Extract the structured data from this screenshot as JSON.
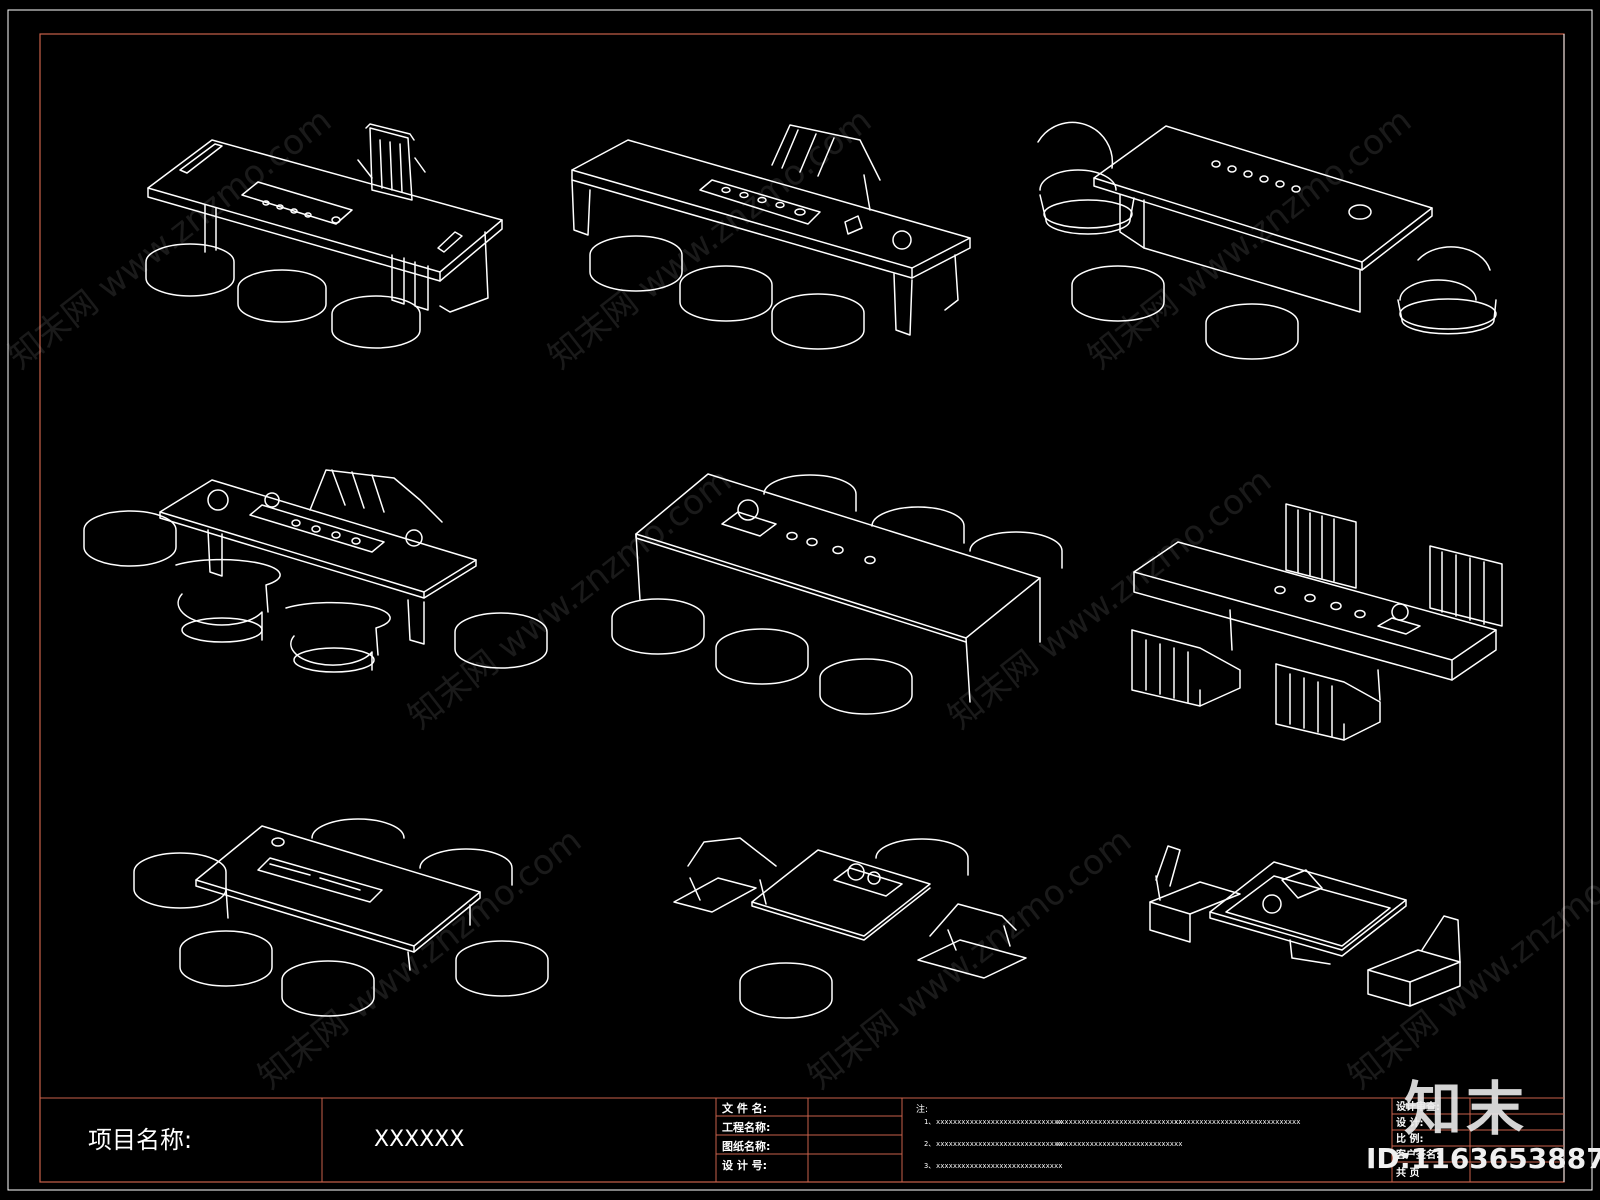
{
  "title_block": {
    "project_label": "项目名称:",
    "project_value": "XXXXXX",
    "fields": [
      {
        "label": "文 件 名:"
      },
      {
        "label": "工程名称:"
      },
      {
        "label": "图纸名称:"
      },
      {
        "label": "设 计 号:"
      }
    ],
    "notes_label": "注:",
    "notes": [
      {
        "num": "1、",
        "cols": [
          "xxxxxxxxxxxxxxxxxxxxxxxxxxxxxx",
          "xxxxxxxxxxxxxxxxxxxxxxxxxxxxxx",
          "xxxxxxxxxxxxxxxxxxxxxxxxxxxxxx"
        ]
      },
      {
        "num": "2、",
        "cols": [
          "xxxxxxxxxxxxxxxxxxxxxxxxxxxxxx",
          "xxxxxxxxxxxxxxxxxxxxxxxxxxxxxx"
        ]
      },
      {
        "num": "3、",
        "cols": [
          "xxxxxxxxxxxxxxxxxxxxxxxxxxxxxx"
        ]
      }
    ],
    "right_fields": [
      {
        "label": "设计审查:"
      },
      {
        "label": "设    计:"
      },
      {
        "label": "比    例:"
      },
      {
        "label": "客户签名:"
      },
      {
        "label": "共    页"
      }
    ]
  },
  "watermark": {
    "text": "知末网 www.znzmo.com",
    "brand": "知末",
    "id": "ID:1163653887"
  },
  "colors": {
    "background": "#000000",
    "line": "#ffffff",
    "border_accent": "#c8614a"
  }
}
